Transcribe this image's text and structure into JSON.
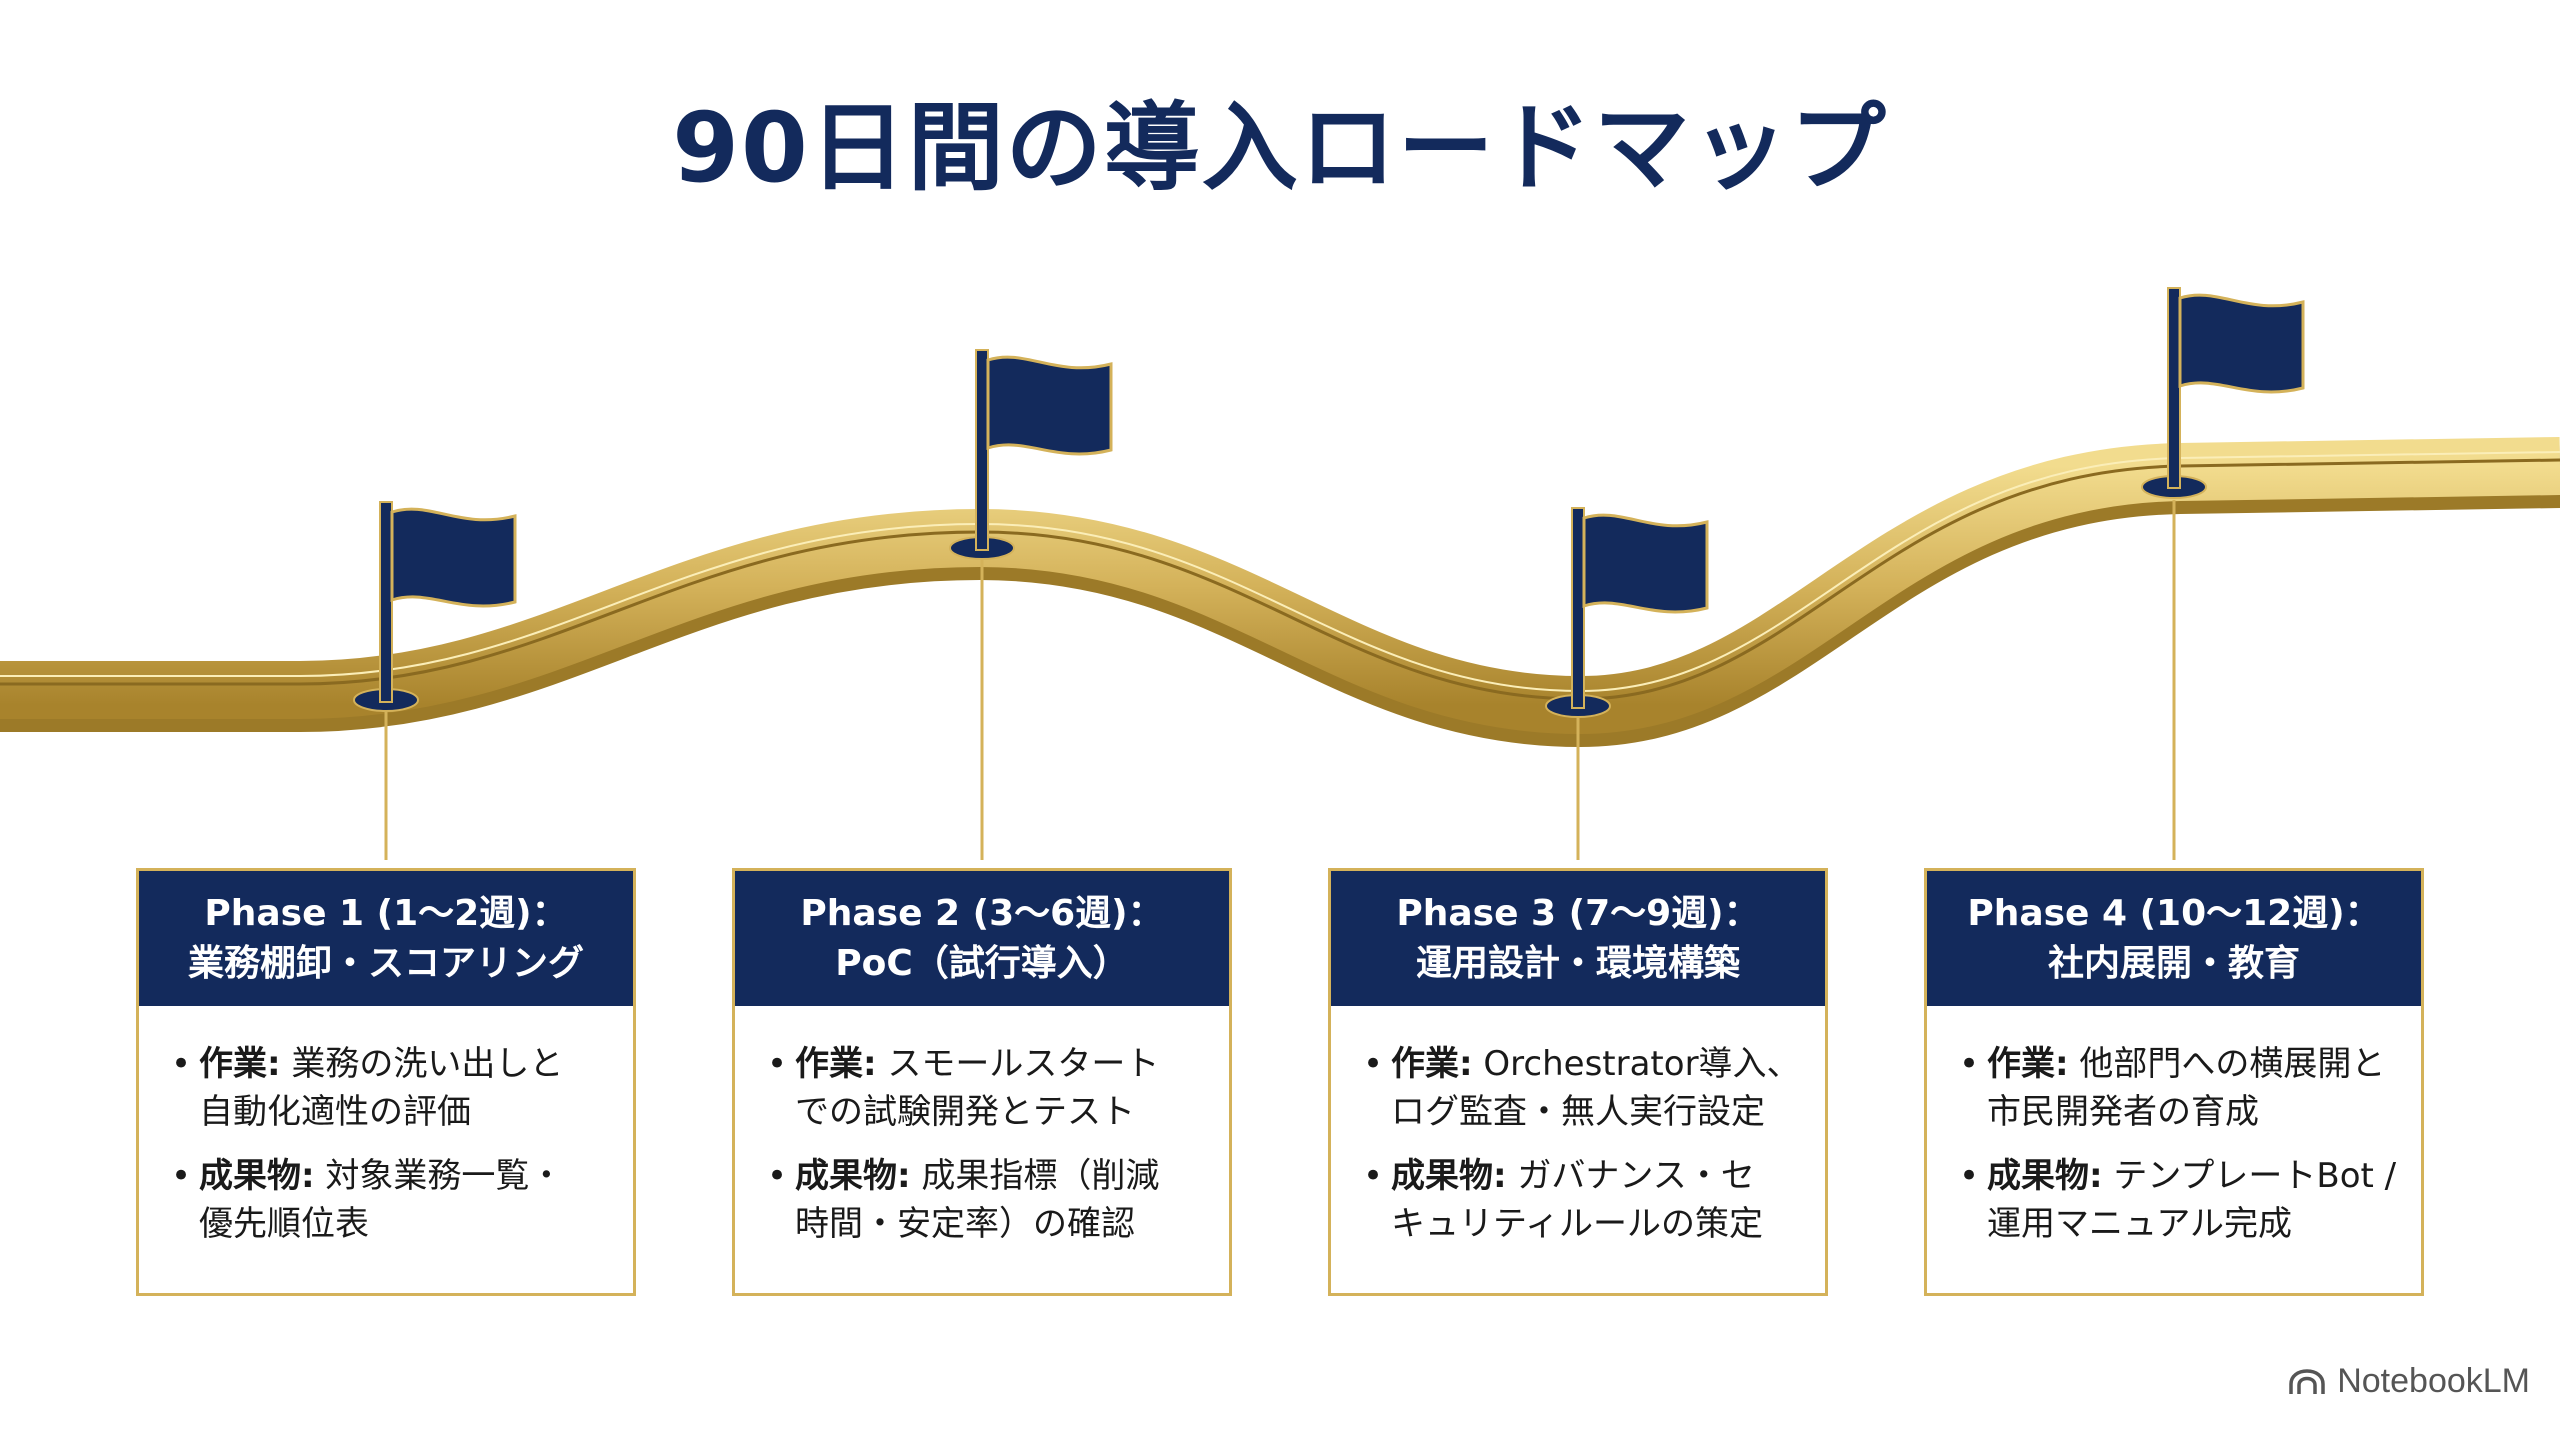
{
  "title": "90日間の導入ロードマップ",
  "colors": {
    "navy": "#132a5c",
    "gold": "#d4b25a",
    "gold_light": "#f2dc8e",
    "gold_dark": "#a8832c"
  },
  "phases": [
    {
      "header_line1": "Phase 1 (1〜2週)：",
      "header_line2": "業務棚卸・スコアリング",
      "items": [
        {
          "key": "作業:",
          "line1": "業務の洗い出しと",
          "line2": "自動化適性の評価"
        },
        {
          "key": "成果物:",
          "line1": "対象業務一覧・",
          "line2": "優先順位表"
        }
      ]
    },
    {
      "header_line1": "Phase 2 (3〜6週)：",
      "header_line2": "PoC（試行導入）",
      "items": [
        {
          "key": "作業:",
          "line1": "スモールスタート",
          "line2": "での試験開発とテスト"
        },
        {
          "key": "成果物:",
          "line1": "成果指標（削減",
          "line2": "時間・安定率）の確認"
        }
      ]
    },
    {
      "header_line1": "Phase 3 (7〜9週)：",
      "header_line2": "運用設計・環境構築",
      "items": [
        {
          "key": "作業:",
          "line1": "Orchestrator導入、",
          "line2": "ログ監査・無人実行設定"
        },
        {
          "key": "成果物:",
          "line1": "ガバナンス・セ",
          "line2": "キュリティルールの策定"
        }
      ]
    },
    {
      "header_line1": "Phase 4 (10〜12週)：",
      "header_line2": "社内展開・教育",
      "items": [
        {
          "key": "作業:",
          "line1": "他部門への横展開と",
          "line2": "市民開発者の育成"
        },
        {
          "key": "成果物:",
          "line1": "テンプレートBot /",
          "line2": "運用マニュアル完成"
        }
      ]
    }
  ],
  "bullet": "•",
  "watermark": {
    "icon": "notebooklm-logo-icon",
    "text": "NotebookLM"
  }
}
